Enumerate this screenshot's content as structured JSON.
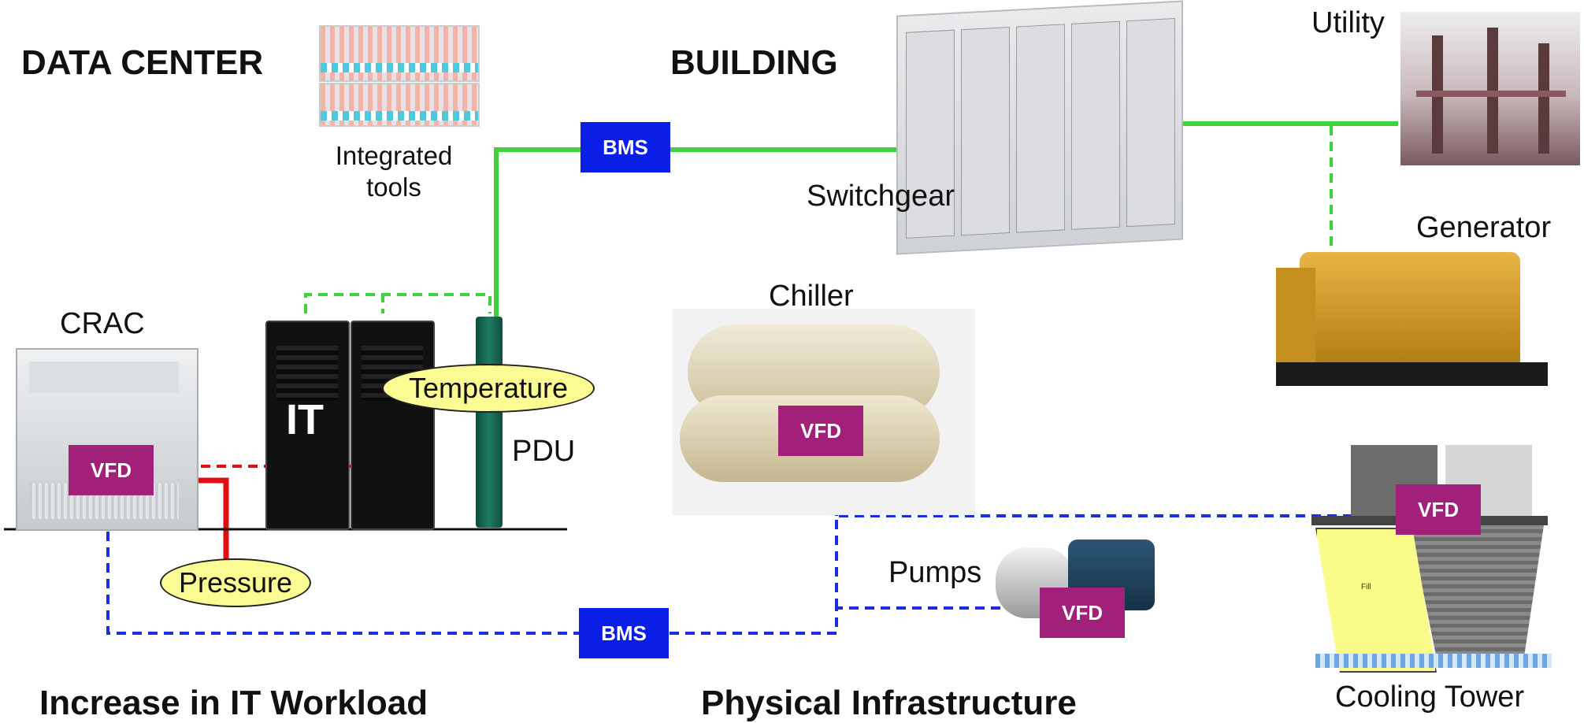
{
  "headings": {
    "data_center": "DATA CENTER",
    "building": "BUILDING",
    "increase_it_workload": "Increase in IT Workload",
    "physical_infrastructure": "Physical Infrastructure"
  },
  "labels": {
    "integrated_tools": "Integrated tools",
    "crac": "CRAC",
    "it": "IT",
    "pdu": "PDU",
    "chiller": "Chiller",
    "switchgear": "Switchgear",
    "utility": "Utility",
    "generator": "Generator",
    "pumps": "Pumps",
    "cooling_tower": "Cooling Tower",
    "fill": "Fill"
  },
  "sensors": {
    "temperature": "Temperature",
    "pressure": "Pressure"
  },
  "badges": {
    "bms_top": "BMS",
    "bms_bottom": "BMS",
    "vfd_crac": "VFD",
    "vfd_chiller": "VFD",
    "vfd_pump": "VFD",
    "vfd_tower": "VFD"
  },
  "colors": {
    "power_link": "#3fd23f",
    "control_link": "#1a2ee0",
    "sensor_link": "#e01010",
    "bms": "#0a1ee6",
    "vfd": "#a0207a",
    "sensor_fill": "#fbfb93"
  }
}
